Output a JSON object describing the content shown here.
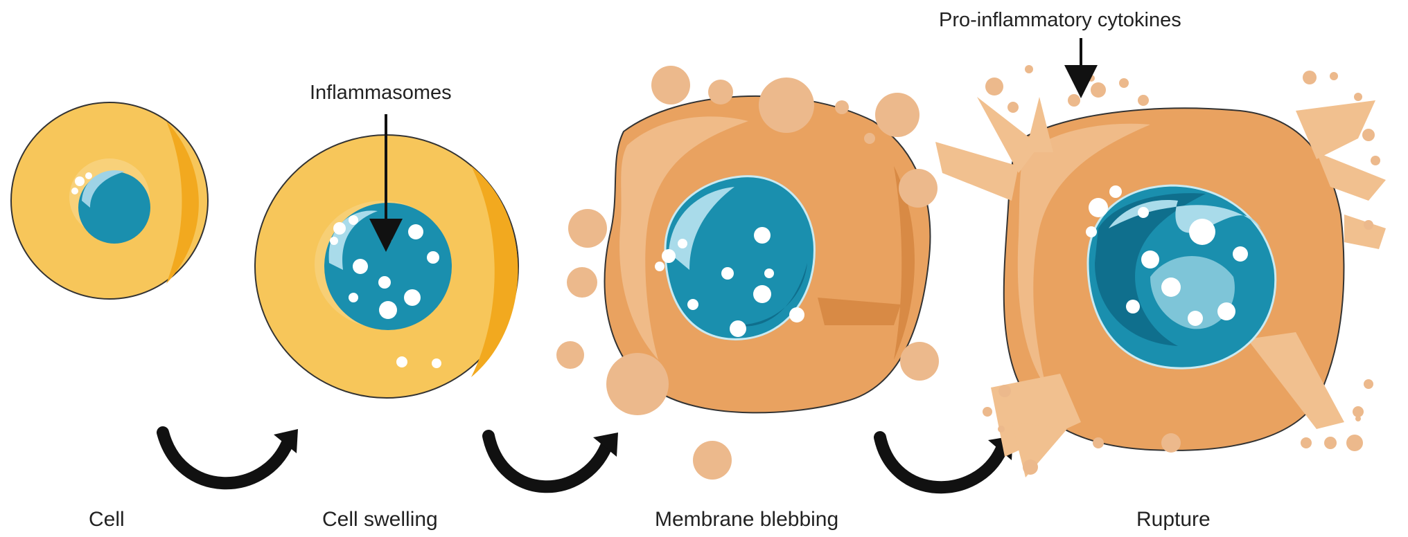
{
  "stages": [
    {
      "label": "Cell"
    },
    {
      "label": "Cell swelling"
    },
    {
      "label": "Membrane blebbing"
    },
    {
      "label": "Rupture"
    }
  ],
  "callouts": {
    "inflammasomes": "Inflammasomes",
    "cytokines": "Pro-inflammatory cytokines"
  },
  "colors": {
    "cell_yellow": "#f7c65a",
    "cell_yellow_dark": "#f2a91f",
    "cell_orange": "#e9a260",
    "cell_orange_light": "#f1c08f",
    "nucleus": "#1a8fae",
    "nucleus_dark": "#0f6f8d",
    "bleb": "#ecb98c",
    "arrow": "#111111"
  }
}
